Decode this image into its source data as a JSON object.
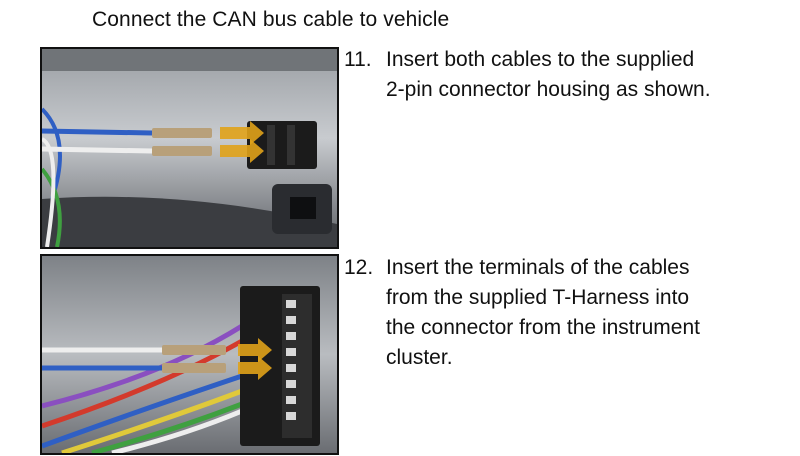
{
  "heading": "Connect the CAN bus cable to vehicle",
  "steps": [
    {
      "number": "11.",
      "lines": [
        "Insert both cables to the supplied",
        "2-pin connector housing as shown."
      ]
    },
    {
      "number": "12.",
      "lines": [
        "Insert the terminals of the cables",
        "from the supplied T-Harness into",
        "the connector from the instrument",
        "cluster."
      ]
    }
  ],
  "colors": {
    "arrow": "#e0a21a",
    "wire_blue": "#2f5fc4",
    "wire_white": "#eeeeee",
    "connector": "#1b1b1b"
  }
}
